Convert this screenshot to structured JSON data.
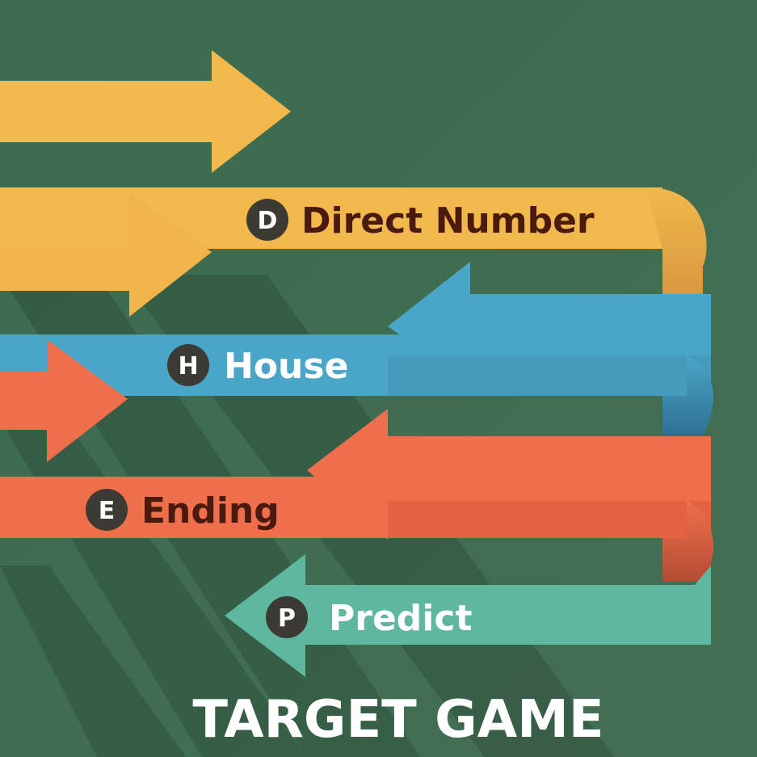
{
  "title": "TARGET GAME",
  "items": [
    {
      "letter": "D",
      "label": "Direct Number",
      "color": "#f2b84b",
      "text_color": "#4a1a0e"
    },
    {
      "letter": "H",
      "label": "House",
      "color": "#4aa6c8",
      "text_color": "#ffffff"
    },
    {
      "letter": "E",
      "label": "Ending",
      "color": "#ef6f4c",
      "text_color": "#4a1a0e"
    },
    {
      "letter": "P",
      "label": "Predict",
      "color": "#5fb7a0",
      "text_color": "#ffffff"
    }
  ],
  "colors": {
    "background": "#3f6b4f",
    "badge": "#3b3b34",
    "title_text": "#ffffff"
  }
}
